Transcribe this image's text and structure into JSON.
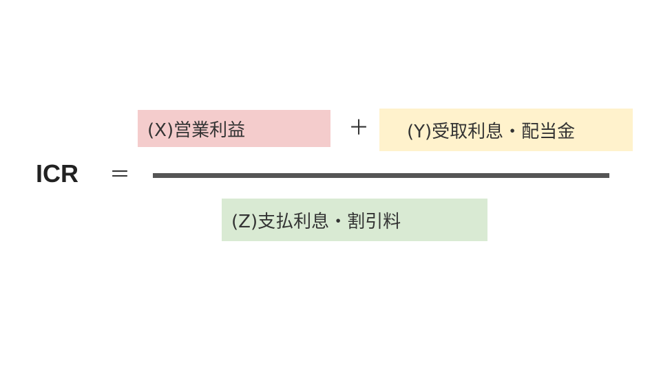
{
  "formula": {
    "lhs": "ICR",
    "equals": "＝",
    "plus": "＋",
    "numerator": {
      "term_x": {
        "label": "(X)営業利益",
        "color": "#f4cccc"
      },
      "term_y": {
        "label": "(Y)受取利息・配当金",
        "color": "#fff2cc"
      }
    },
    "denominator": {
      "term_z": {
        "label": "(Z)支払利息・割引料",
        "color": "#d9ead3"
      }
    },
    "bar_color": "#555555"
  }
}
